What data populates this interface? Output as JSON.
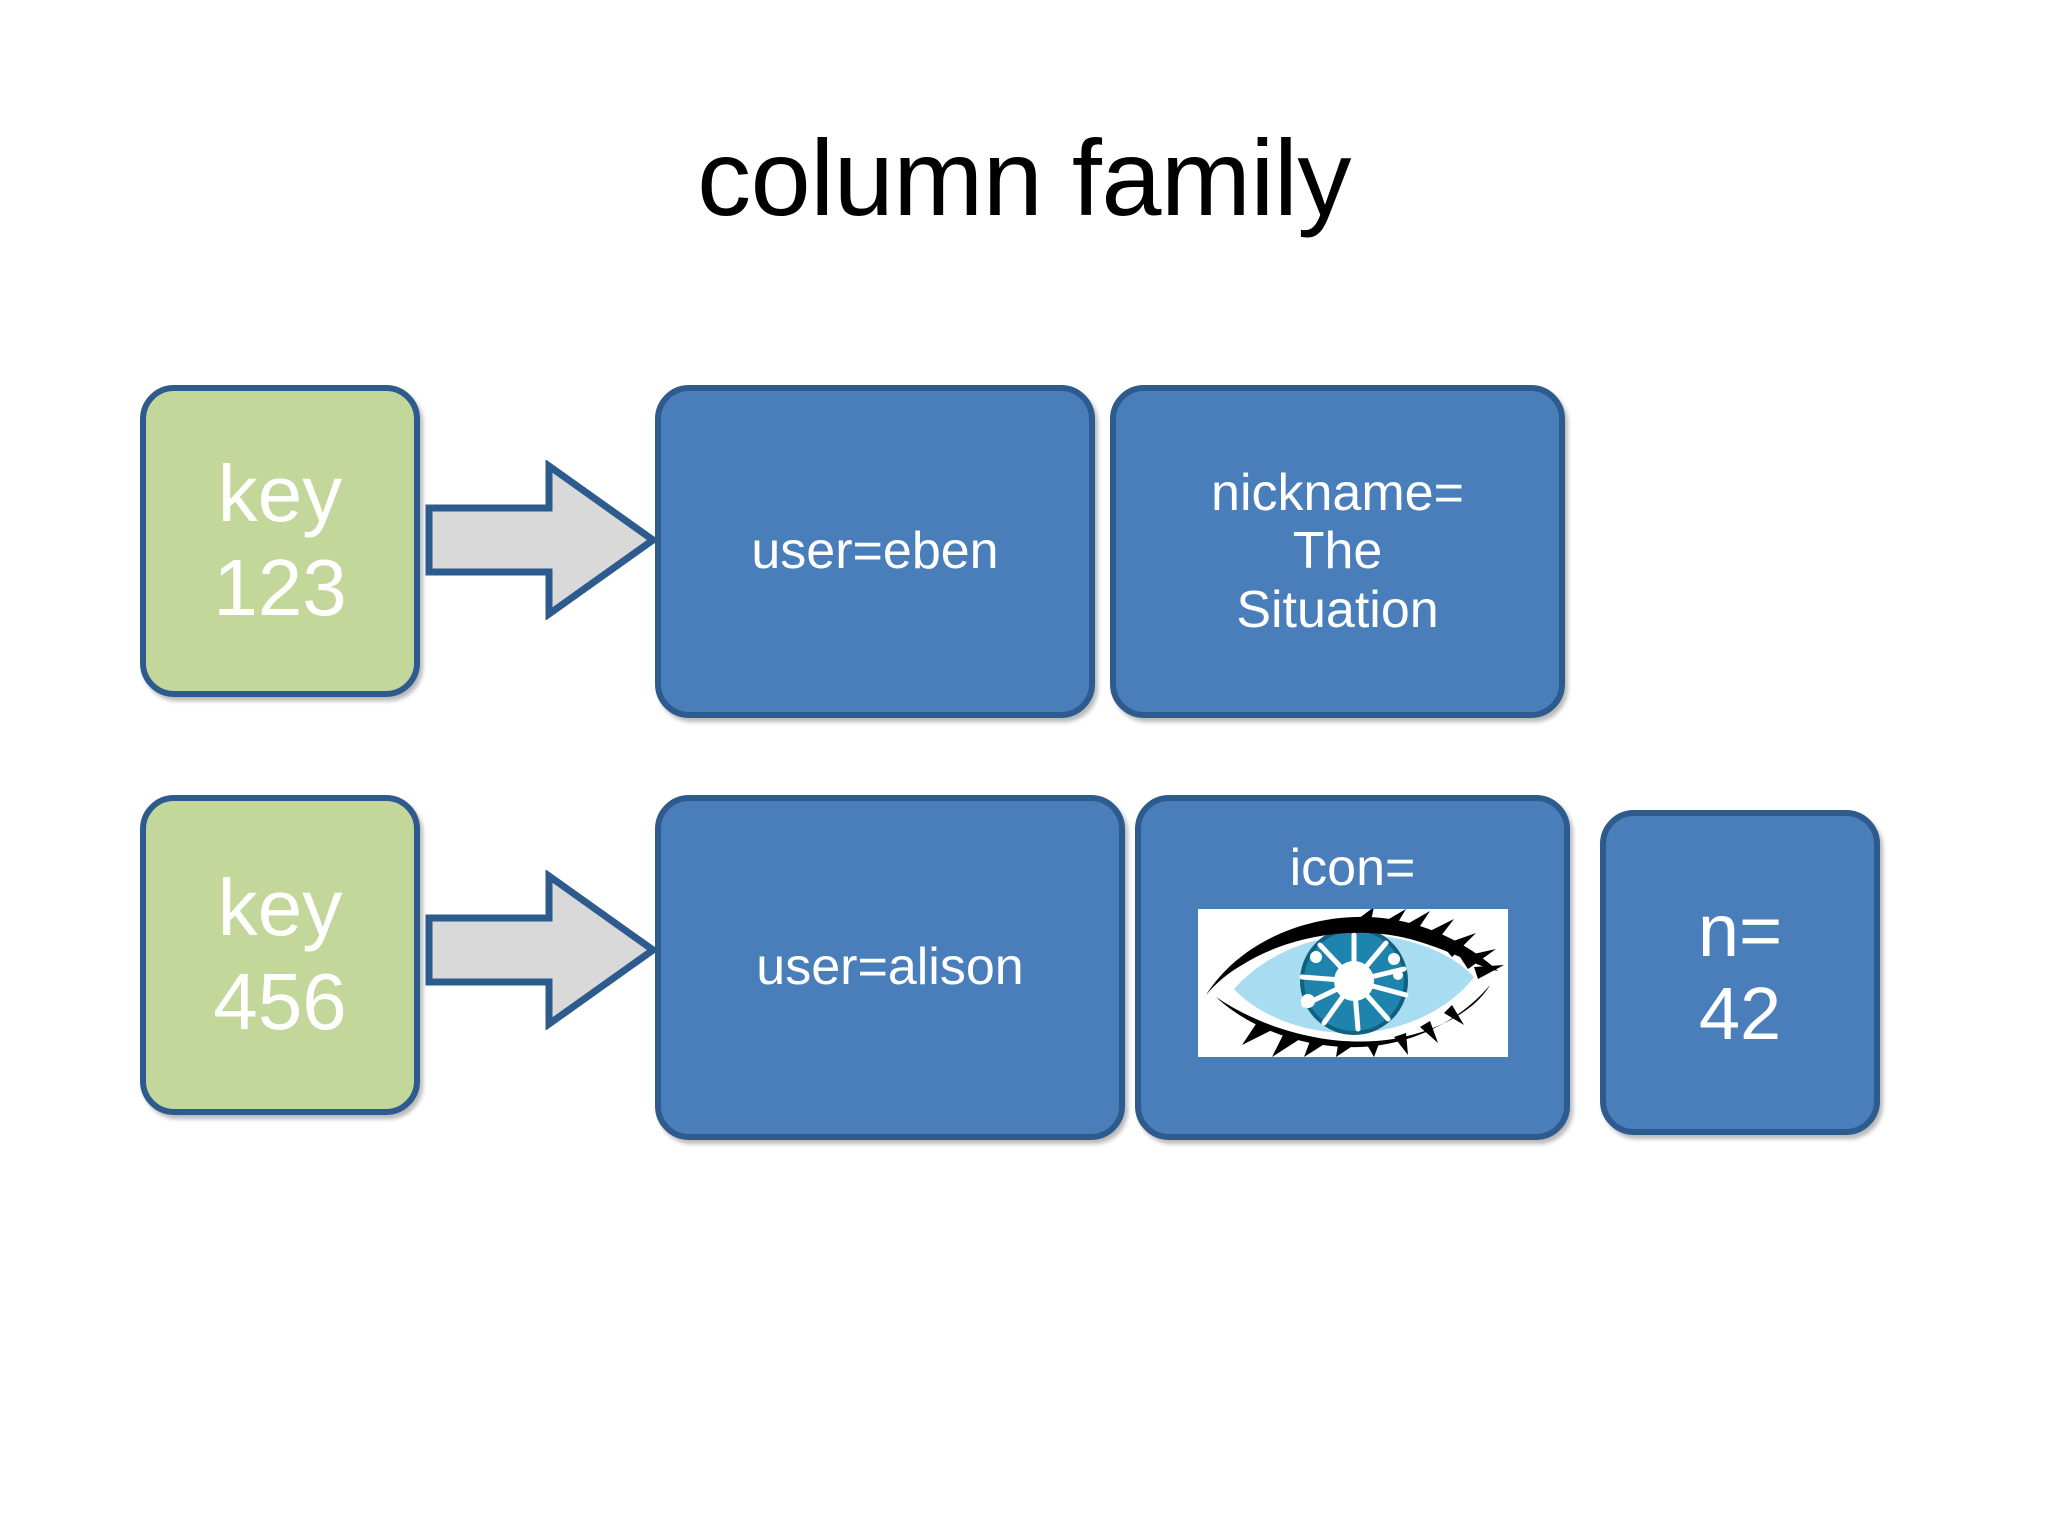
{
  "slide": {
    "title": "column family",
    "background_color": "#ffffff"
  },
  "theme": {
    "key_fill": "#c4d79b",
    "column_fill": "#4a7ebb",
    "border": "#2d5b8e",
    "arrow_fill": "#d9d9d9",
    "text_on_shape": "#ffffff",
    "title_color": "#000000"
  },
  "rows": [
    {
      "key": {
        "label": "key",
        "value": "123"
      },
      "arrow": {
        "name": "right-block-arrow"
      },
      "columns": [
        {
          "type": "text",
          "lines": [
            "user=eben"
          ]
        },
        {
          "type": "text",
          "lines": [
            "nickname=",
            "The",
            "Situation"
          ]
        }
      ]
    },
    {
      "key": {
        "label": "key",
        "value": "456"
      },
      "arrow": {
        "name": "right-block-arrow"
      },
      "columns": [
        {
          "type": "text",
          "lines": [
            "user=alison"
          ]
        },
        {
          "type": "image",
          "lines": [
            "icon="
          ],
          "image_alt": "eye-illustration"
        },
        {
          "type": "text",
          "lines": [
            "n=",
            "42"
          ]
        }
      ]
    }
  ],
  "labels": {
    "row1_key_label": "key",
    "row1_key_value": "123",
    "row1_col1_line1": "user=eben",
    "row1_col2_line1": "nickname=",
    "row1_col2_line2": "The",
    "row1_col2_line3": "Situation",
    "row2_key_label": "key",
    "row2_key_value": "456",
    "row2_col1_line1": "user=alison",
    "row2_col2_line1": "icon=",
    "row2_col3_line1": "n=",
    "row2_col3_line2": "42"
  }
}
